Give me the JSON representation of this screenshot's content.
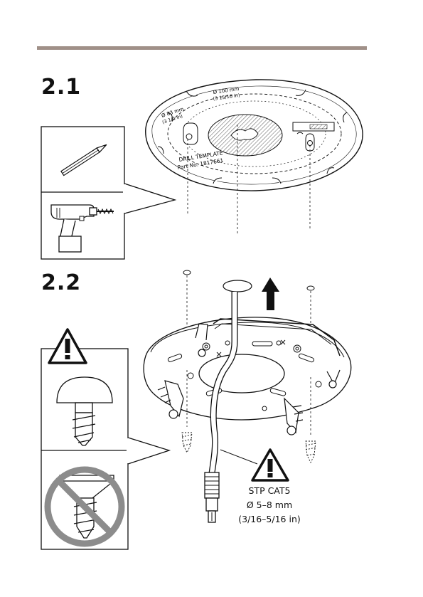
{
  "steps": {
    "step1": "2.1",
    "step2": "2.2"
  },
  "template": {
    "dia_large_mm": "Ø 100 mm",
    "dia_large_in": "(3 15/16 in)",
    "dia_small_mm": "Ø 83 mm",
    "dia_small_in": "(3 1/4 in)",
    "title": "DRILL TEMPLATE",
    "part_no": "Part No. 1817661"
  },
  "cable": {
    "type": "STP CAT5",
    "diameter_mm": "Ø 5–8 mm",
    "diameter_in": "(3/16–5/16 in)"
  },
  "icons": [
    "pencil-icon",
    "drill-icon",
    "warning-icon",
    "screw-flat-head-icon",
    "screw-countersunk-prohibited-icon",
    "arrow-up-icon"
  ],
  "colors": {
    "rule": "#a09088",
    "prohibit": "#8c8c8c",
    "line": "#111111"
  }
}
